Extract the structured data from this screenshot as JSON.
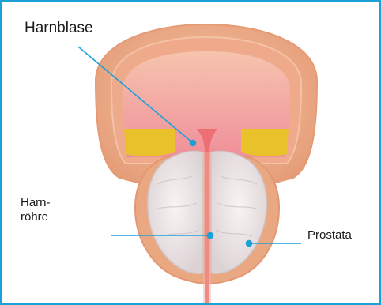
{
  "labels": {
    "bladder": "Harnblase",
    "urethra_line1": "Harn-",
    "urethra_line2": "röhre",
    "prostate": "Prostata"
  },
  "colors": {
    "frame": "#1aa2d8",
    "leader": "#1aa2d8",
    "bladder_wall": "#e8a47e",
    "bladder_inner": "#f2a6a8",
    "urine_level": "#e8c128",
    "prostate_tissue": "#ece6e6"
  }
}
